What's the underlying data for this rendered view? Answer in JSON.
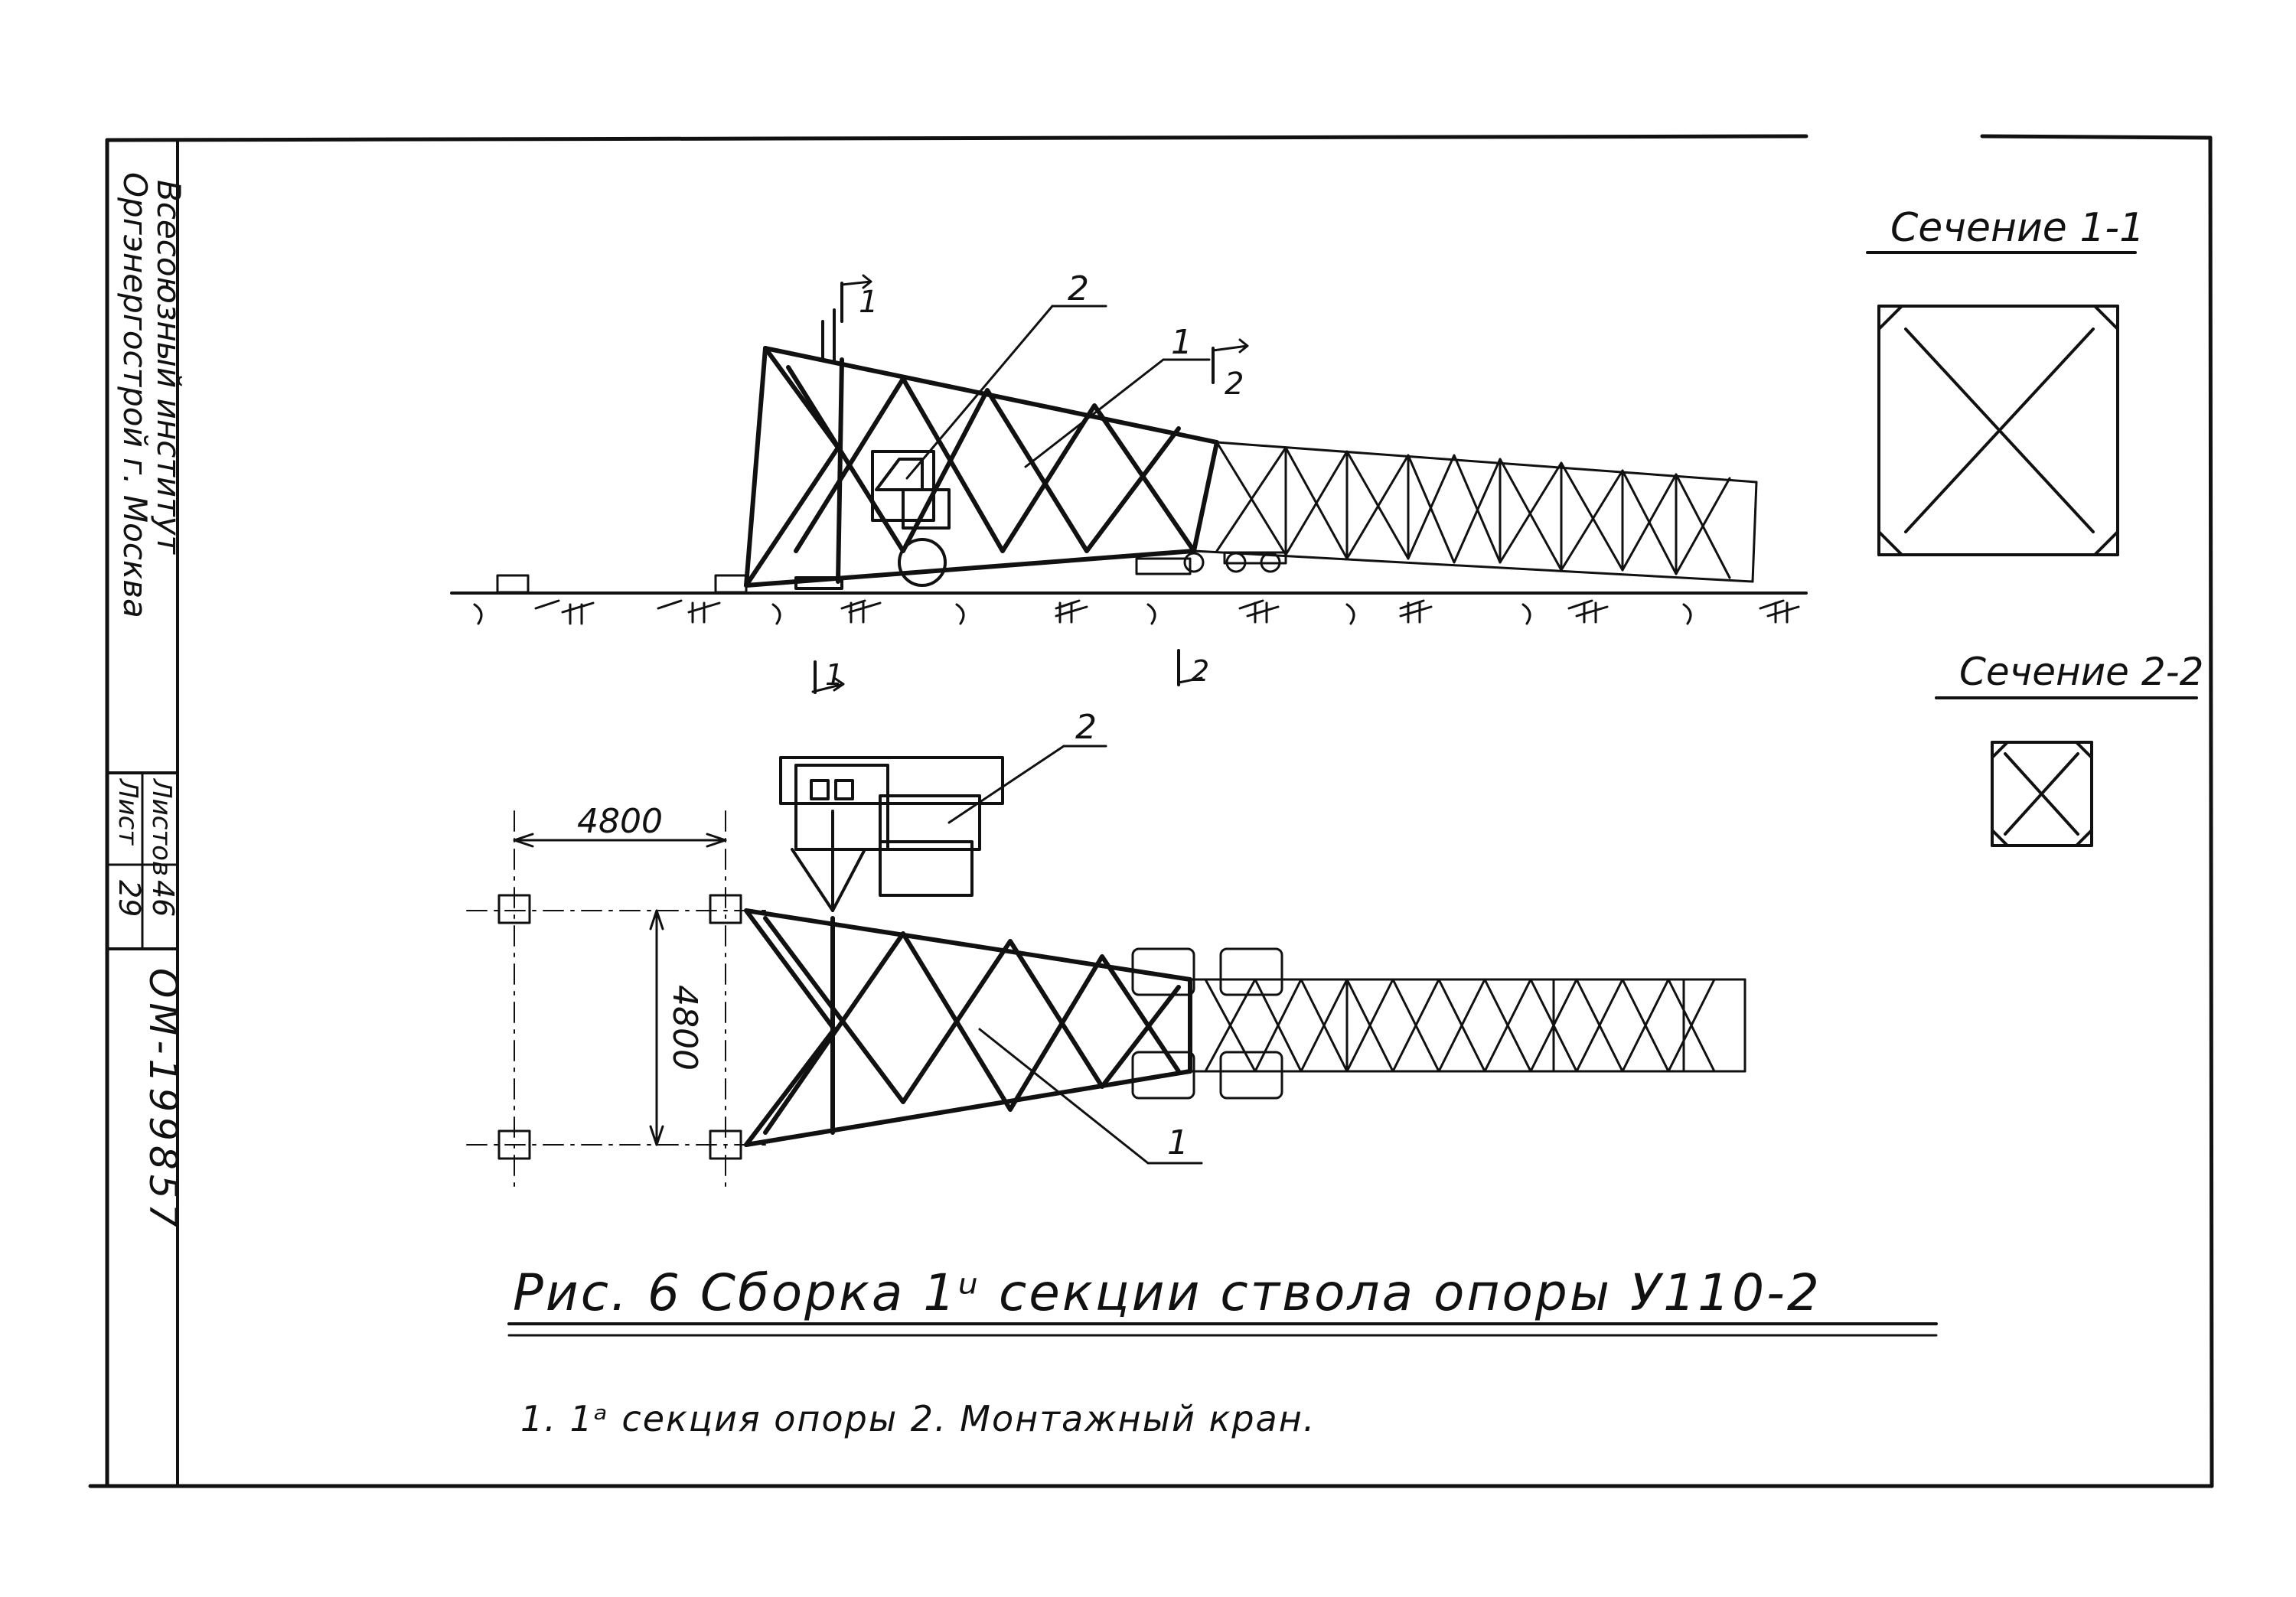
{
  "stamp": {
    "institute_line1": "Всесоюзный институт",
    "institute_line2": "Оргэнергострой г. Москва",
    "sheets_label": "Листов",
    "sheets_value": "46",
    "sheet_label": "Лист",
    "sheet_value": "29",
    "doc_number": "ОМ-199857"
  },
  "sections": {
    "section_1_title": "Сечение 1-1",
    "section_2_title": "Сечение 2-2"
  },
  "elevation": {
    "callout_1": "1",
    "callout_2": "2",
    "cut_1_top": "1",
    "cut_2_top": "2",
    "cut_1_bottom": "1",
    "cut_2_bottom": "2"
  },
  "plan": {
    "dim_horizontal": "4800",
    "dim_vertical": "4800",
    "callout_1": "1",
    "callout_2": "2"
  },
  "caption": {
    "title": "Рис. 6  Сборка 1ᵘ секции ствола опоры У110-2",
    "legend": "1. 1ᵃ секция опоры  2. Монтажный кран."
  }
}
